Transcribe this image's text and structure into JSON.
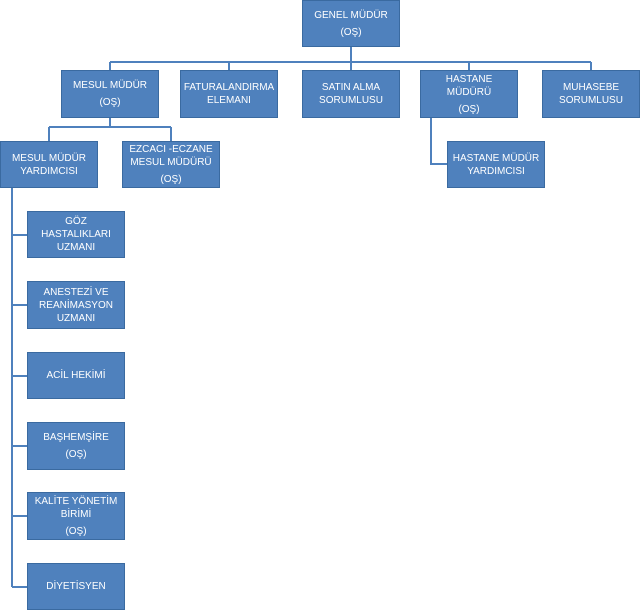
{
  "colors": {
    "box_fill": "#4f81bd",
    "connector": "#4f81bd",
    "text": "#ffffff"
  },
  "nodes": {
    "genel_mudur": {
      "title": "GENEL MÜDÜR",
      "sub": "(OŞ)"
    },
    "mesul_mudur": {
      "title": "MESUL MÜDÜR",
      "sub": "(OŞ)"
    },
    "faturalandirma": {
      "title": "FATURALANDIRMA\nELEMANI"
    },
    "satin_alma": {
      "title": "SATIN ALMA\nSORUMLUSU"
    },
    "hastane_mudur": {
      "title": "HASTANE MÜDÜRÜ",
      "sub": "(OŞ)"
    },
    "muhasebe": {
      "title": "MUHASEBE\nSORUMLUSU"
    },
    "mesul_mudur_yardimcisi": {
      "title": "MESUL MÜDÜR\nYARDIMCISI"
    },
    "ezcaci": {
      "title": "EZCACI -ECZANE\nMESUL MÜDÜRÜ",
      "sub": "(OŞ)"
    },
    "hastane_mudur_yardimcisi": {
      "title": "HASTANE MÜDÜR\nYARDIMCISI"
    },
    "goz": {
      "title": "GÖZ HASTALIKLARI\nUZMANI"
    },
    "anestezi": {
      "title": "ANESTEZİ VE\nREANİMASYON\nUZMANI"
    },
    "acil": {
      "title": "ACİL HEKİMİ"
    },
    "bashemsire": {
      "title": "BAŞHEMŞİRE",
      "sub": "(OŞ)"
    },
    "kalite": {
      "title": "KALİTE YÖNETİM\nBİRİMİ",
      "sub": "(OŞ)"
    },
    "diyetisyen": {
      "title": "DİYETİSYEN"
    }
  }
}
